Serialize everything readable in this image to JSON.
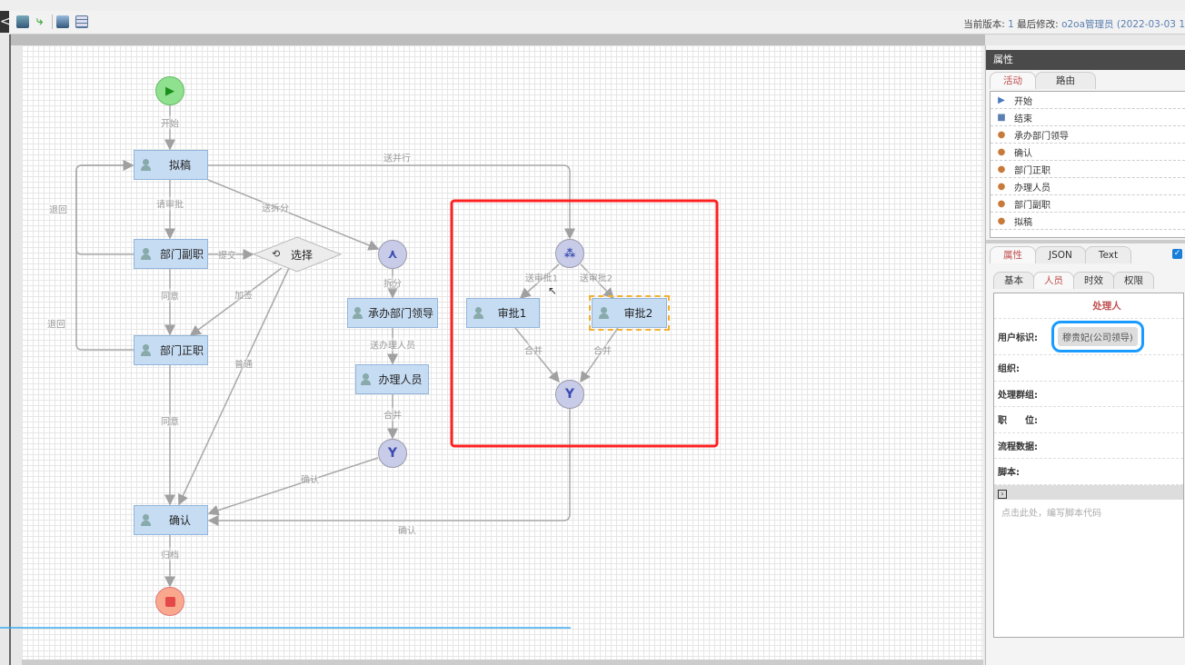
{
  "toolbar": {
    "collapse_icon": "<",
    "icons": [
      "save-icon",
      "publish-icon",
      "save-as-icon",
      "list-icon"
    ],
    "version_label": "当前版本: ",
    "version": "1",
    "modified_label": " 最后修改: ",
    "modified_by": "o2oa管理员 (2022-03-03 1"
  },
  "diagram": {
    "nodes": {
      "start": "start",
      "end": "end",
      "draft": "拟稿",
      "deputy": "部门副职",
      "chief": "部门正职",
      "confirm": "确认",
      "choice": "选择",
      "split": "split",
      "lead": "承办部门领导",
      "handler": "办理人员",
      "merge": "merge",
      "parallel": "parallel",
      "approve1": "审批1",
      "approve2": "审批2",
      "merge2": "merge"
    },
    "edges": {
      "e_start": "开始",
      "e_req": "请审批",
      "e_agree1": "同意",
      "e_agree2": "同意",
      "e_archive": "归档",
      "e_back1": "退回",
      "e_back2": "退回",
      "e_parallel": "送并行",
      "e_split": "送拆分",
      "e_submit": "提交",
      "e_addsign": "加签",
      "e_normal": "普通",
      "e_splitout": "拆分",
      "e_tohandler": "送办理人员",
      "e_merge": "合并",
      "e_confirm1": "确认",
      "e_confirm2": "确认",
      "e_ap1": "送审批1",
      "e_ap2": "送审批2",
      "e_m1": "合并",
      "e_m2": "合并"
    }
  },
  "panel": {
    "title": "属性",
    "top_tabs": [
      "活动",
      "路由"
    ],
    "activities": [
      {
        "icon": "start-icon",
        "label": "开始"
      },
      {
        "icon": "end-icon",
        "label": "结束"
      },
      {
        "icon": "person-icon",
        "label": "承办部门领导"
      },
      {
        "icon": "person-icon",
        "label": "确认"
      },
      {
        "icon": "person-icon",
        "label": "部门正职"
      },
      {
        "icon": "person-icon",
        "label": "办理人员"
      },
      {
        "icon": "person-icon",
        "label": "部门副职"
      },
      {
        "icon": "person-icon",
        "label": "拟稿"
      }
    ],
    "prop_tabs": [
      "属性",
      "JSON",
      "Text"
    ],
    "sub_tabs": [
      "基本",
      "人员",
      "时效",
      "权限"
    ],
    "section_title": "处理人",
    "fields": {
      "user": "用户标识:",
      "user_value": "穆贵妃(公司领导)",
      "org": "组织:",
      "group": "处理群组:",
      "position": "职　　位:",
      "flowdata": "流程数据:",
      "script": "脚本:"
    },
    "script_placeholder": "点击此处，编写脚本代码",
    "colors": {
      "highlight_red": "#ff2020",
      "highlight_blue": "#1a9bff"
    }
  }
}
